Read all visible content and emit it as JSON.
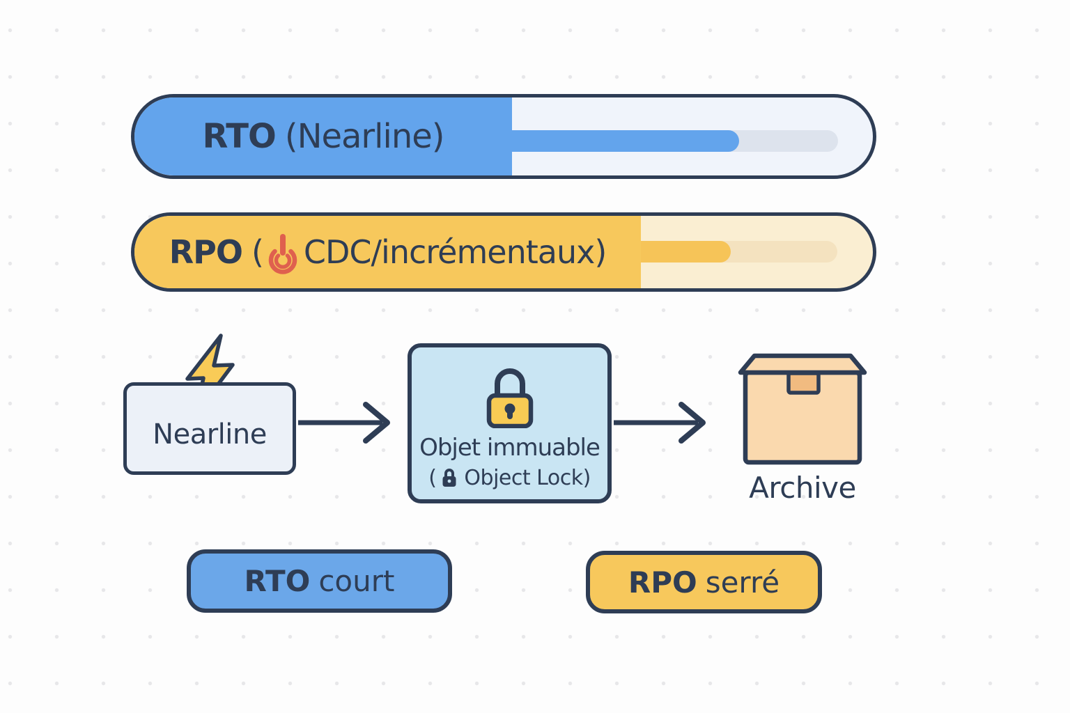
{
  "palette": {
    "navy": "#2E3D55",
    "blue": "#63A4EC",
    "blue_track": "#F0F4FB",
    "blue_inner_track": "#DDE3ED",
    "yellow": "#F7C85C",
    "yellow_track": "#FAEED2",
    "yellow_inner_track": "#F4E2BF",
    "coral": "#DF604E",
    "immutable_box_bg": "#C9E5F3",
    "nearline_box_bg": "#ECF1F8",
    "archive_peach": "#FAD9AE",
    "archive_tab": "#F1BB80",
    "lock_body_yellow": "#F8CB54",
    "background_dot": "#E7E7E9"
  },
  "rto_bar": {
    "label_bold": "RTO",
    "label_rest": "(Nearline)"
  },
  "rpo_bar": {
    "label_bold": "RPO",
    "paren_open": "(",
    "label_rest": "CDC/incrémentaux)",
    "icon": "power-icon"
  },
  "flow": {
    "source": {
      "label": "Nearline",
      "icon": "lightning-icon"
    },
    "immutable": {
      "line1": "Objet immuable",
      "line2_open": "(",
      "line2_rest": "Object Lock)",
      "icon": "padlock-icon",
      "inline_icon": "lock-icon"
    },
    "archive": {
      "label": "Archive",
      "icon": "archive-box-icon"
    }
  },
  "badges": {
    "rto": {
      "label_bold": "RTO",
      "label_rest": "court"
    },
    "rpo": {
      "label_bold": "RPO",
      "label_rest": "serré"
    }
  }
}
